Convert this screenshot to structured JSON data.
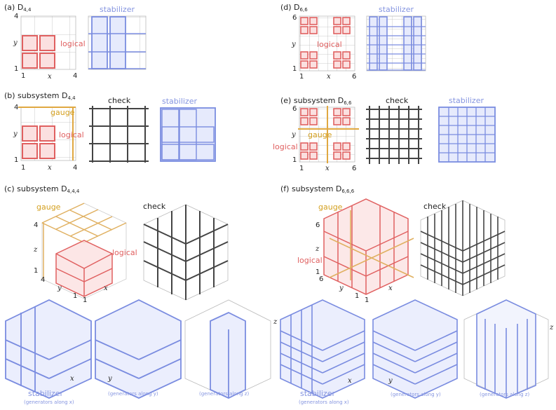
{
  "panels": {
    "a": {
      "tag": "(a) D",
      "sub": "4,4",
      "tick_top": "4",
      "tick_bottom": "1",
      "tick_right": "4",
      "tick_left": "1",
      "axis_x": "x",
      "axis_y": "y",
      "logical": "logical",
      "stabilizer": "stabilizer"
    },
    "b": {
      "tag": "(b) subsystem D",
      "sub": "4,4",
      "tick_top": "4",
      "tick_bottom": "1",
      "tick_right": "4",
      "tick_left": "1",
      "axis_x": "x",
      "axis_y": "y",
      "gauge": "gauge",
      "logical": "logical",
      "check": "check"
    },
    "c": {
      "tag": "(c) subsystem D",
      "sub": "4,4,4",
      "gauge": "gauge",
      "check": "check",
      "logical": "logical",
      "tick_z": "4",
      "tick_z1": "1",
      "tick_y4": "4",
      "tick_y1": "1",
      "tick_x1": "1",
      "axis_x": "x",
      "axis_y": "y",
      "axis_z": "z",
      "stabilizer": "stabilizer",
      "gen_x": "(generators along x)",
      "gen_y": "(generators along y)",
      "gen_z": "(generators along z)"
    },
    "d": {
      "tag": "(d) D",
      "sub": "6,6",
      "tick_top": "6",
      "tick_bottom": "1",
      "tick_right": "6",
      "tick_left": "1",
      "axis_x": "x",
      "axis_y": "y",
      "logical": "logical",
      "stabilizer": "stabilizer"
    },
    "e": {
      "tag": "(e) subsystem D",
      "sub": "6,6",
      "tick_top": "6",
      "tick_bottom": "1",
      "tick_right": "6",
      "tick_left": "1",
      "axis_x": "x",
      "axis_y": "y",
      "gauge": "gauge",
      "logical": "logical",
      "check": "check",
      "stabilizer": "stabilizer"
    },
    "f": {
      "tag": "(f) subsystem D",
      "sub": "6,6,6",
      "gauge": "gauge",
      "check": "check",
      "logical": "logical",
      "tick_z": "6",
      "tick_z1": "1",
      "tick_y6": "6",
      "tick_y1": "1",
      "tick_x1": "1",
      "axis_x": "x",
      "axis_y": "y",
      "axis_z": "z",
      "stabilizer": "stabilizer",
      "gen_x": "(generators along x)",
      "gen_y": "(generators along y)",
      "gen_z": "(generators along z)"
    }
  },
  "colors": {
    "logical": "#e06060",
    "stabilizer": "#8595e0",
    "gauge": "#d4a020",
    "check": "#444444",
    "grid": "#bbbbbb"
  }
}
